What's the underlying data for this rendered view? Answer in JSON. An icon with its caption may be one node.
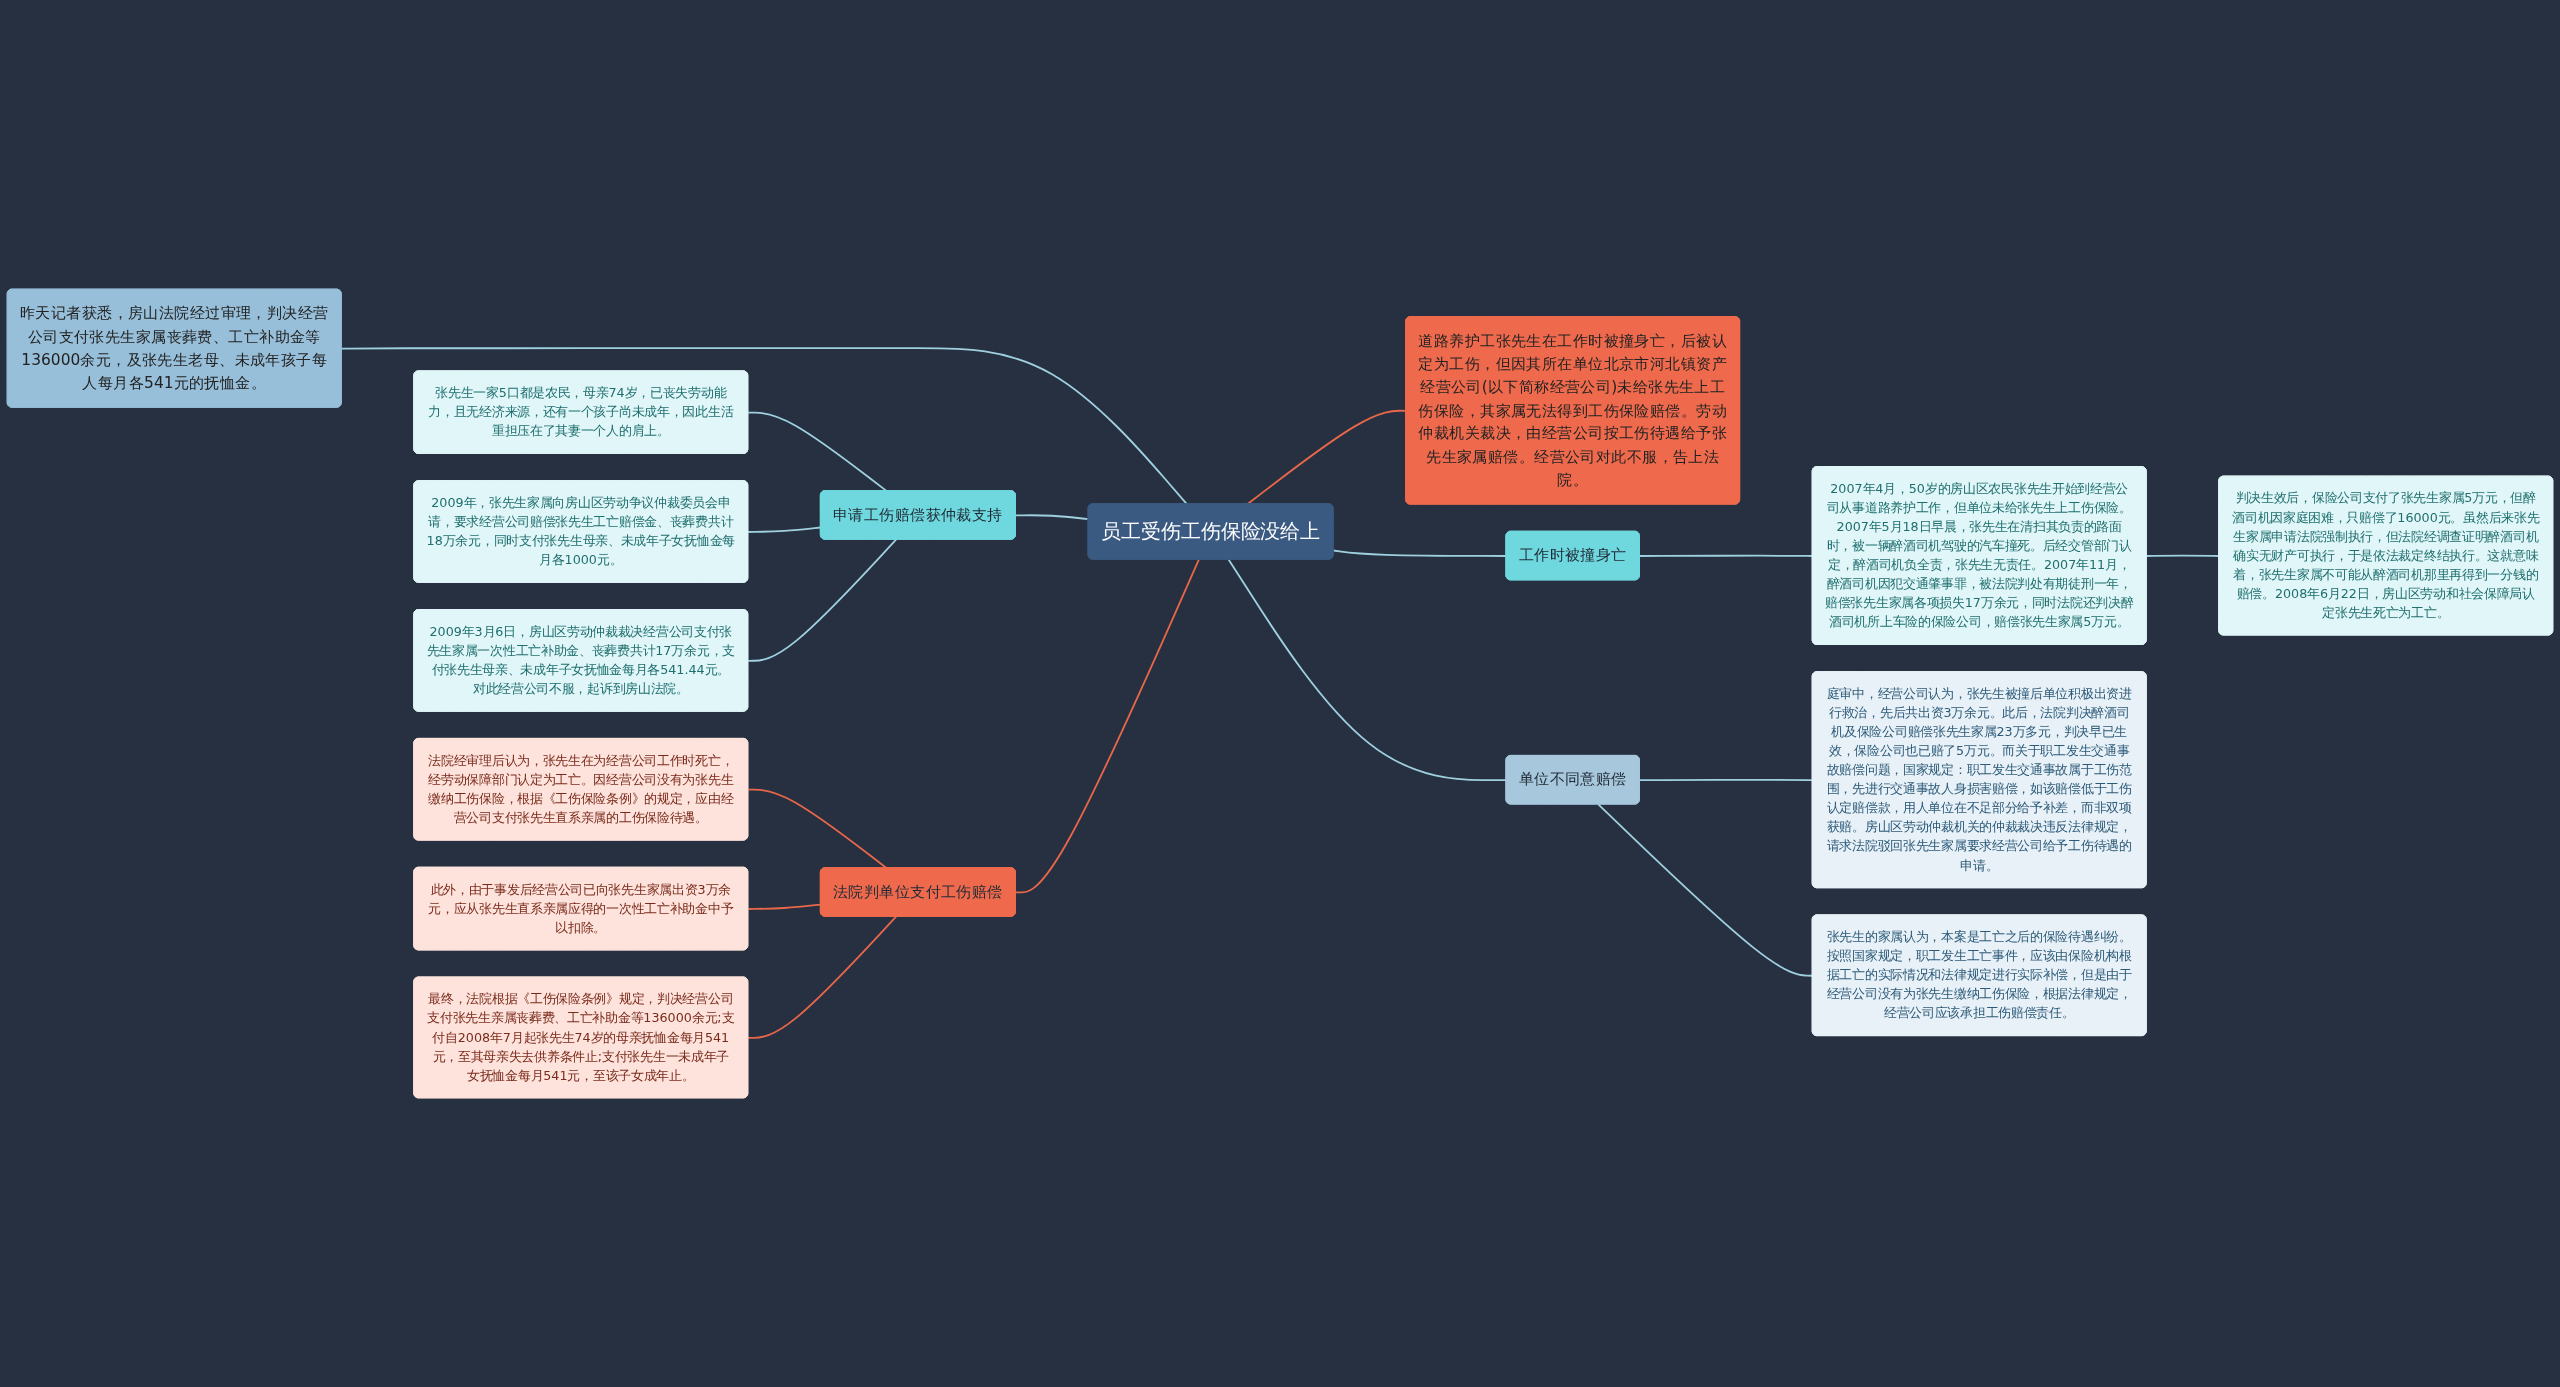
{
  "diagram": {
    "nodes": [
      {
        "text": [
          "员工受伤工伤保险没给上"
        ]
      },
      {
        "text": [
          "昨天记者获悉，房山法院经过审理，判决经营公司支付张先生家属丧葬费、工亡补助金等136000余元，及张先生老母、未成年孩子每人每月各541元的抚恤金。"
        ]
      },
      {
        "text": [
          "申请工伤赔偿获仲裁支持"
        ]
      },
      {
        "text": [
          "张先生一家5口都是农民，母亲74岁，已丧失劳动能力，且无经济来源，还有一个孩子尚未成年，因此生活重担压在了其妻一个人的肩上。"
        ]
      },
      {
        "text": [
          "2009年，张先生家属向房山区劳动争议仲裁委员会申请，要求经营公司赔偿张先生工亡赔偿金、丧葬费共计18万余元，同时支付张先生母亲、未成年子女抚恤金每月各1000元。"
        ]
      },
      {
        "text": [
          "2009年3月6日，房山区劳动仲裁裁决经营公司支付张先生家属一次性工亡补助金、丧葬费共计17万余元，支付张先生母亲、未成年子女抚恤金每月各541.44元。对此经营公司不服，起诉到房山法院。"
        ]
      },
      {
        "text": [
          "法院判单位支付工伤赔偿"
        ]
      },
      {
        "text": [
          "法院经审理后认为，张先生在为经营公司工作时死亡，经劳动保障部门认定为工亡。因经营公司没有为张先生缴纳工伤保险，根据《工伤保险条例》的规定，应由经营公司支付张先生直系亲属的工伤保险待遇。"
        ]
      },
      {
        "text": [
          "此外，由于事发后经营公司已向张先生家属出资3万余元，应从张先生直系亲属应得的一次性工亡补助金中予以扣除。"
        ]
      },
      {
        "text": [
          "最终，法院根据《工伤保险条例》规定，判决经营公司支付张先生亲属丧葬费、工亡补助金等136000余元;支付自2008年7月起张先生74岁的母亲抚恤金每月541元，至其母亲失去供养条件止;支付张先生一未成年子女抚恤金每月541元，至该子女成年止。"
        ]
      },
      {
        "text": [
          "道路养护工张先生在工作时被撞身亡，后被认定为工伤，但因其所在单位北京市河北镇资产经营公司(以下简称经营公司)未给张先生上工伤保险，其家属无法得到工伤保险赔偿。劳动仲裁机关裁决，由经营公司按工伤待遇给予张先生家属赔偿。经营公司对此不服，告上法院。"
        ]
      },
      {
        "text": [
          "工作时被撞身亡"
        ]
      },
      {
        "text": [
          "2007年4月，50岁的房山区农民张先生开始到经营公司从事道路养护工作，但单位未给张先生上工伤保险。2007年5月18日早晨，张先生在清扫其负责的路面时，被一辆醉酒司机驾驶的汽车撞死。后经交管部门认定，醉酒司机负全责，张先生无责任。2007年11月，醉酒司机因犯交通肇事罪，被法院判处有期徒刑一年，赔偿张先生家属各项损失17万余元，同时法院还判决醉酒司机所上车险的保险公司，赔偿张先生家属5万元。"
        ]
      },
      {
        "text": [
          "判决生效后，保险公司支付了张先生家属5万元，但醉酒司机因家庭困难，只赔偿了16000元。虽然后来张先生家属申请法院强制执行，但法院经调查证明醉酒司机确实无财产可执行，于是依法裁定终结执行。这就意味着，张先生家属不可能从醉酒司机那里再得到一分钱的赔偿。2008年6月22日，房山区劳动和社会保障局认定张先生死亡为工亡。"
        ]
      },
      {
        "text": [
          "单位不同意赔偿"
        ]
      },
      {
        "text": [
          "庭审中，经营公司认为，张先生被撞后单位积极出资进行救治，先后共出资3万余元。此后，法院判决醉酒司机及保险公司赔偿张先生家属23万多元，判决早已生效，保险公司也已赔了5万元。而关于职工发生交通事故赔偿问题，国家规定：职工发生交通事故属于工伤范围，先进行交通事故人身损害赔偿，如该赔偿低于工伤认定赔偿款，用人单位在不足部分给予补差，而非双项获赔。房山区劳动仲裁机关的仲裁裁决违反法律规定，请求法院驳回张先生家属要求经营公司给予工伤待遇的申请。"
        ]
      },
      {
        "text": [
          "张先生的家属认为，本案是工亡之后的保险待遇纠纷。按照国家规定，职工发生工亡事件，应该由保险机构根据工亡的实际情况和法律规定进行实际补偿，但是由于经营公司没有为张先生缴纳工伤保险，根据法律规定，经营公司应该承担工伤赔偿责任。"
        ]
      }
    ],
    "edges": [
      {
        "from": 1,
        "to": 0,
        "arrow": "none"
      },
      {
        "from": 2,
        "to": 0,
        "arrow": "none"
      },
      {
        "from": 3,
        "to": 2,
        "arrow": "none"
      },
      {
        "from": 4,
        "to": 2,
        "arrow": "none"
      },
      {
        "from": 5,
        "to": 2,
        "arrow": "none"
      },
      {
        "from": 6,
        "to": 0,
        "arrow": "none",
        "color": "#e8674a"
      },
      {
        "from": 7,
        "to": 6,
        "arrow": "none",
        "color": "#e8674a"
      },
      {
        "from": 8,
        "to": 6,
        "arrow": "none",
        "color": "#e8674a"
      },
      {
        "from": 9,
        "to": 6,
        "arrow": "none",
        "color": "#e8674a"
      },
      {
        "from": 0,
        "to": 10,
        "arrow": "none",
        "color": "#e8674a"
      },
      {
        "from": 0,
        "to": 11,
        "arrow": "none"
      },
      {
        "from": 11,
        "to": 12,
        "arrow": "none"
      },
      {
        "from": 12,
        "to": 13,
        "arrow": "none"
      },
      {
        "from": 0,
        "to": 14,
        "arrow": "none"
      },
      {
        "from": 14,
        "to": 15,
        "arrow": "none"
      },
      {
        "from": 14,
        "to": 16,
        "arrow": "none"
      }
    ]
  }
}
